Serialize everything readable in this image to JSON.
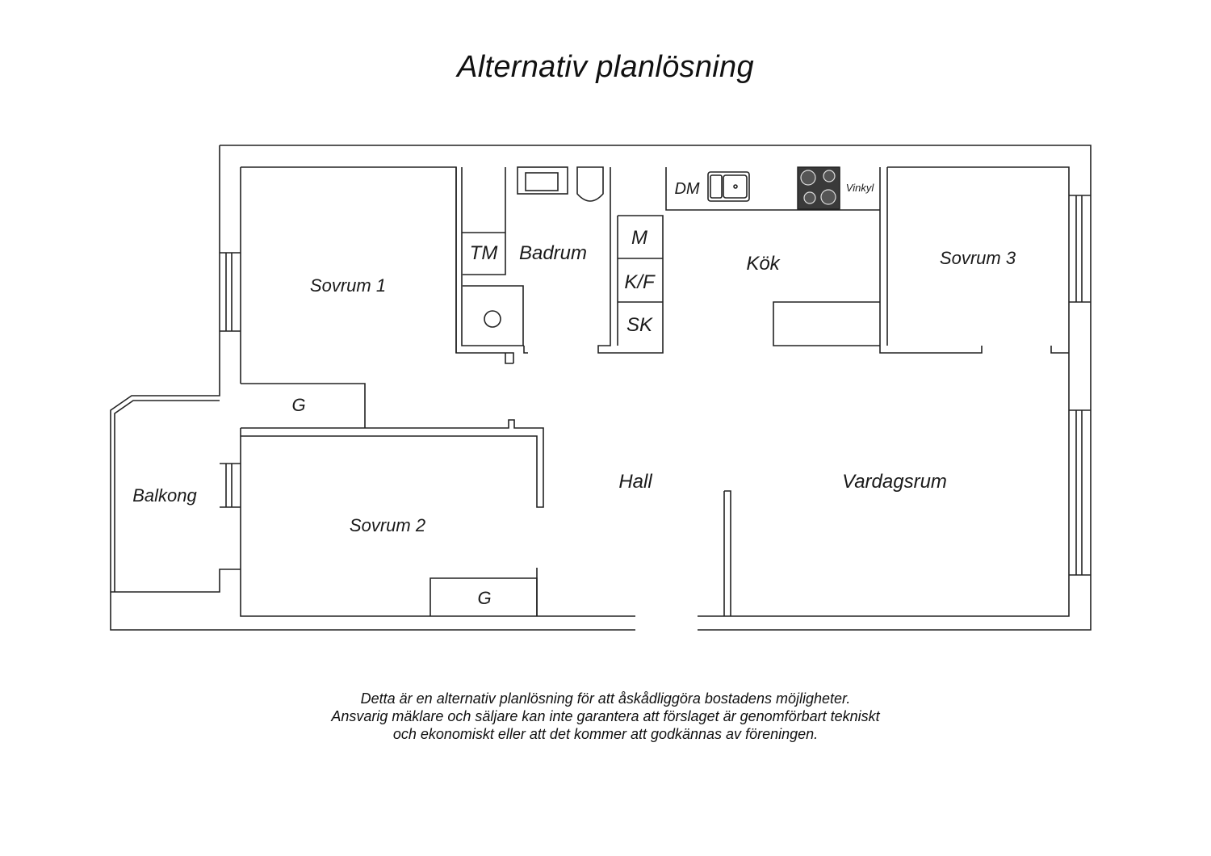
{
  "title": "Alternativ planlösning",
  "rooms": {
    "sovrum1": "Sovrum 1",
    "sovrum2": "Sovrum 2",
    "sovrum3": "Sovrum 3",
    "badrum": "Badrum",
    "kok": "Kök",
    "hall": "Hall",
    "vardagsrum": "Vardagsrum",
    "balkong": "Balkong"
  },
  "fixtures": {
    "tm": "TM",
    "m": "M",
    "kf": "K/F",
    "sk": "SK",
    "dm": "DM",
    "vinkyl": "Vinkyl",
    "garderob1": "G",
    "garderob2": "G"
  },
  "disclaimer": {
    "line1": "Detta är en alternativ planlösning för att åskådliggöra bostadens möjligheter.",
    "line2": "Ansvarig mäklare och säljare kan inte garantera att förslaget är genomförbart tekniskt",
    "line3": "och ekonomiskt eller att det kommer att godkännas av föreningen."
  }
}
